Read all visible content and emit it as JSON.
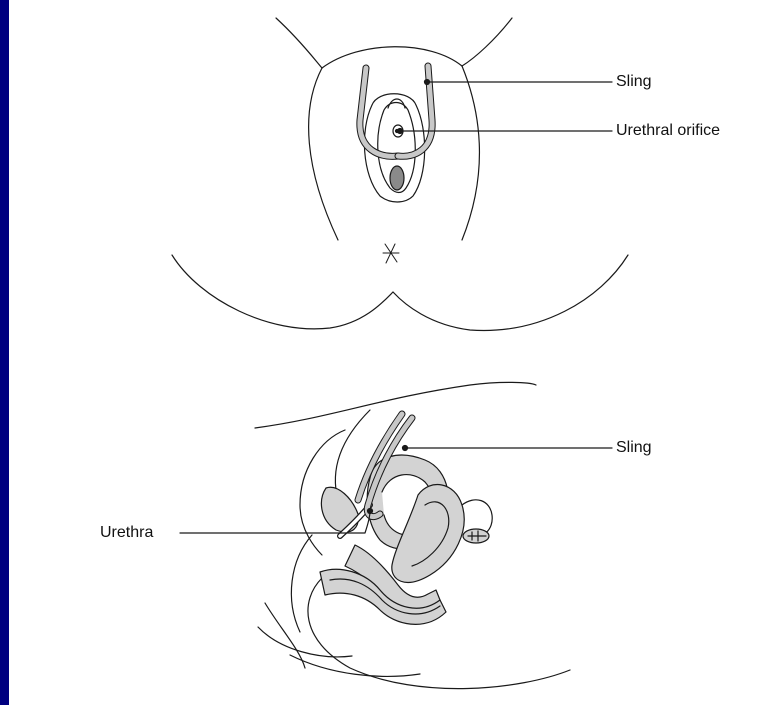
{
  "figure": {
    "top_view": {
      "labels": {
        "sling": "Sling",
        "urethral_orifice": "Urethral orifice"
      }
    },
    "side_view": {
      "labels": {
        "sling": "Sling",
        "urethra": "Urethra"
      }
    }
  },
  "colors": {
    "background": "#000080",
    "panel": "#ffffff",
    "line": "#1a1a1a",
    "tissue_fill": "#d3d3d3",
    "dark_fill": "#8a8a8a"
  }
}
